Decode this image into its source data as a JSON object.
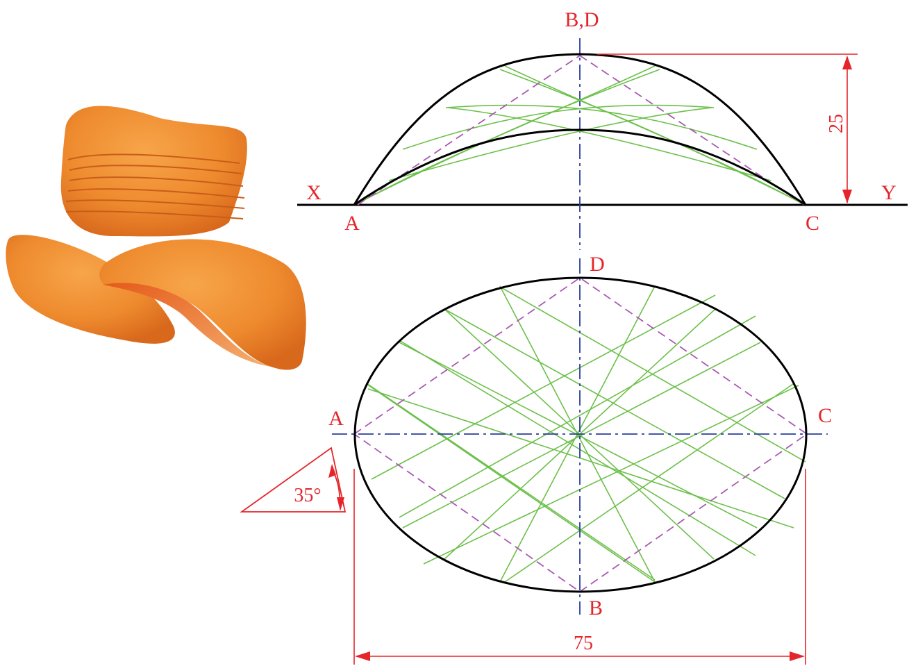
{
  "labels": {
    "top_apex": "B,D",
    "axis_left": "X",
    "axis_right": "Y",
    "top_left_point": "A",
    "top_right_point": "C",
    "plan_top": "D",
    "plan_bottom": "B",
    "plan_left": "A",
    "plan_right": "C"
  },
  "dimensions": {
    "height": "25",
    "width": "75",
    "angle": "35°"
  },
  "colors": {
    "outline": "#000000",
    "dimension": "#e5252a",
    "center_line": "#2b3f9e",
    "diagonal": "#a85ab0",
    "grid": "#6cc04a",
    "chip": "#f08a2c"
  }
}
